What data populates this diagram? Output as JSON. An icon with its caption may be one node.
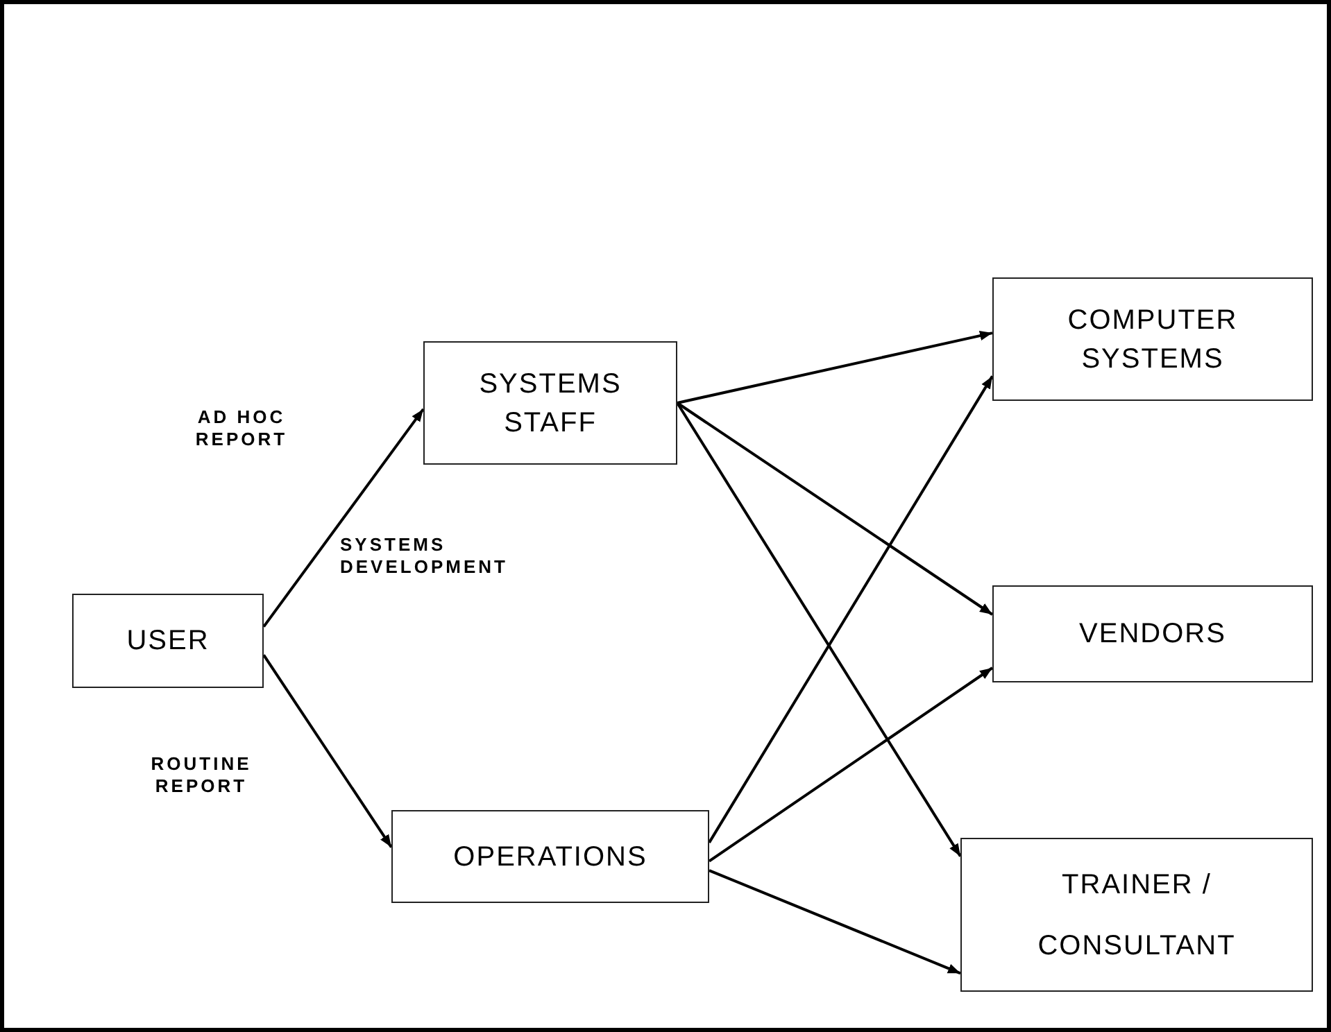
{
  "diagram": {
    "nodes": [
      {
        "text": [
          "USER"
        ]
      },
      {
        "text": [
          "SYSTEMS STAFF"
        ]
      },
      {
        "text": [
          "OPERATIONS"
        ]
      },
      {
        "text": [
          "COMPUTER SYSTEMS"
        ]
      },
      {
        "text": [
          "VENDORS"
        ]
      },
      {
        "text": [
          "TRAINER / CONSULTANT"
        ]
      }
    ],
    "edges": [
      {
        "from": 0,
        "to": 1,
        "arrow": "to",
        "label": "AD HOC REPORT"
      },
      {
        "from": 0,
        "to": 2,
        "arrow": "to",
        "label": "ROUTINE REPORT"
      },
      {
        "from": 1,
        "to": 3,
        "arrow": "to"
      },
      {
        "from": 1,
        "to": 4,
        "arrow": "to"
      },
      {
        "from": 1,
        "to": 5,
        "arrow": "to"
      },
      {
        "from": 2,
        "to": 3,
        "arrow": "to"
      },
      {
        "from": 2,
        "to": 4,
        "arrow": "to"
      },
      {
        "from": 2,
        "to": 5,
        "arrow": "to"
      }
    ],
    "labels": [
      "SYSTEMS DEVELOPMENT"
    ]
  }
}
